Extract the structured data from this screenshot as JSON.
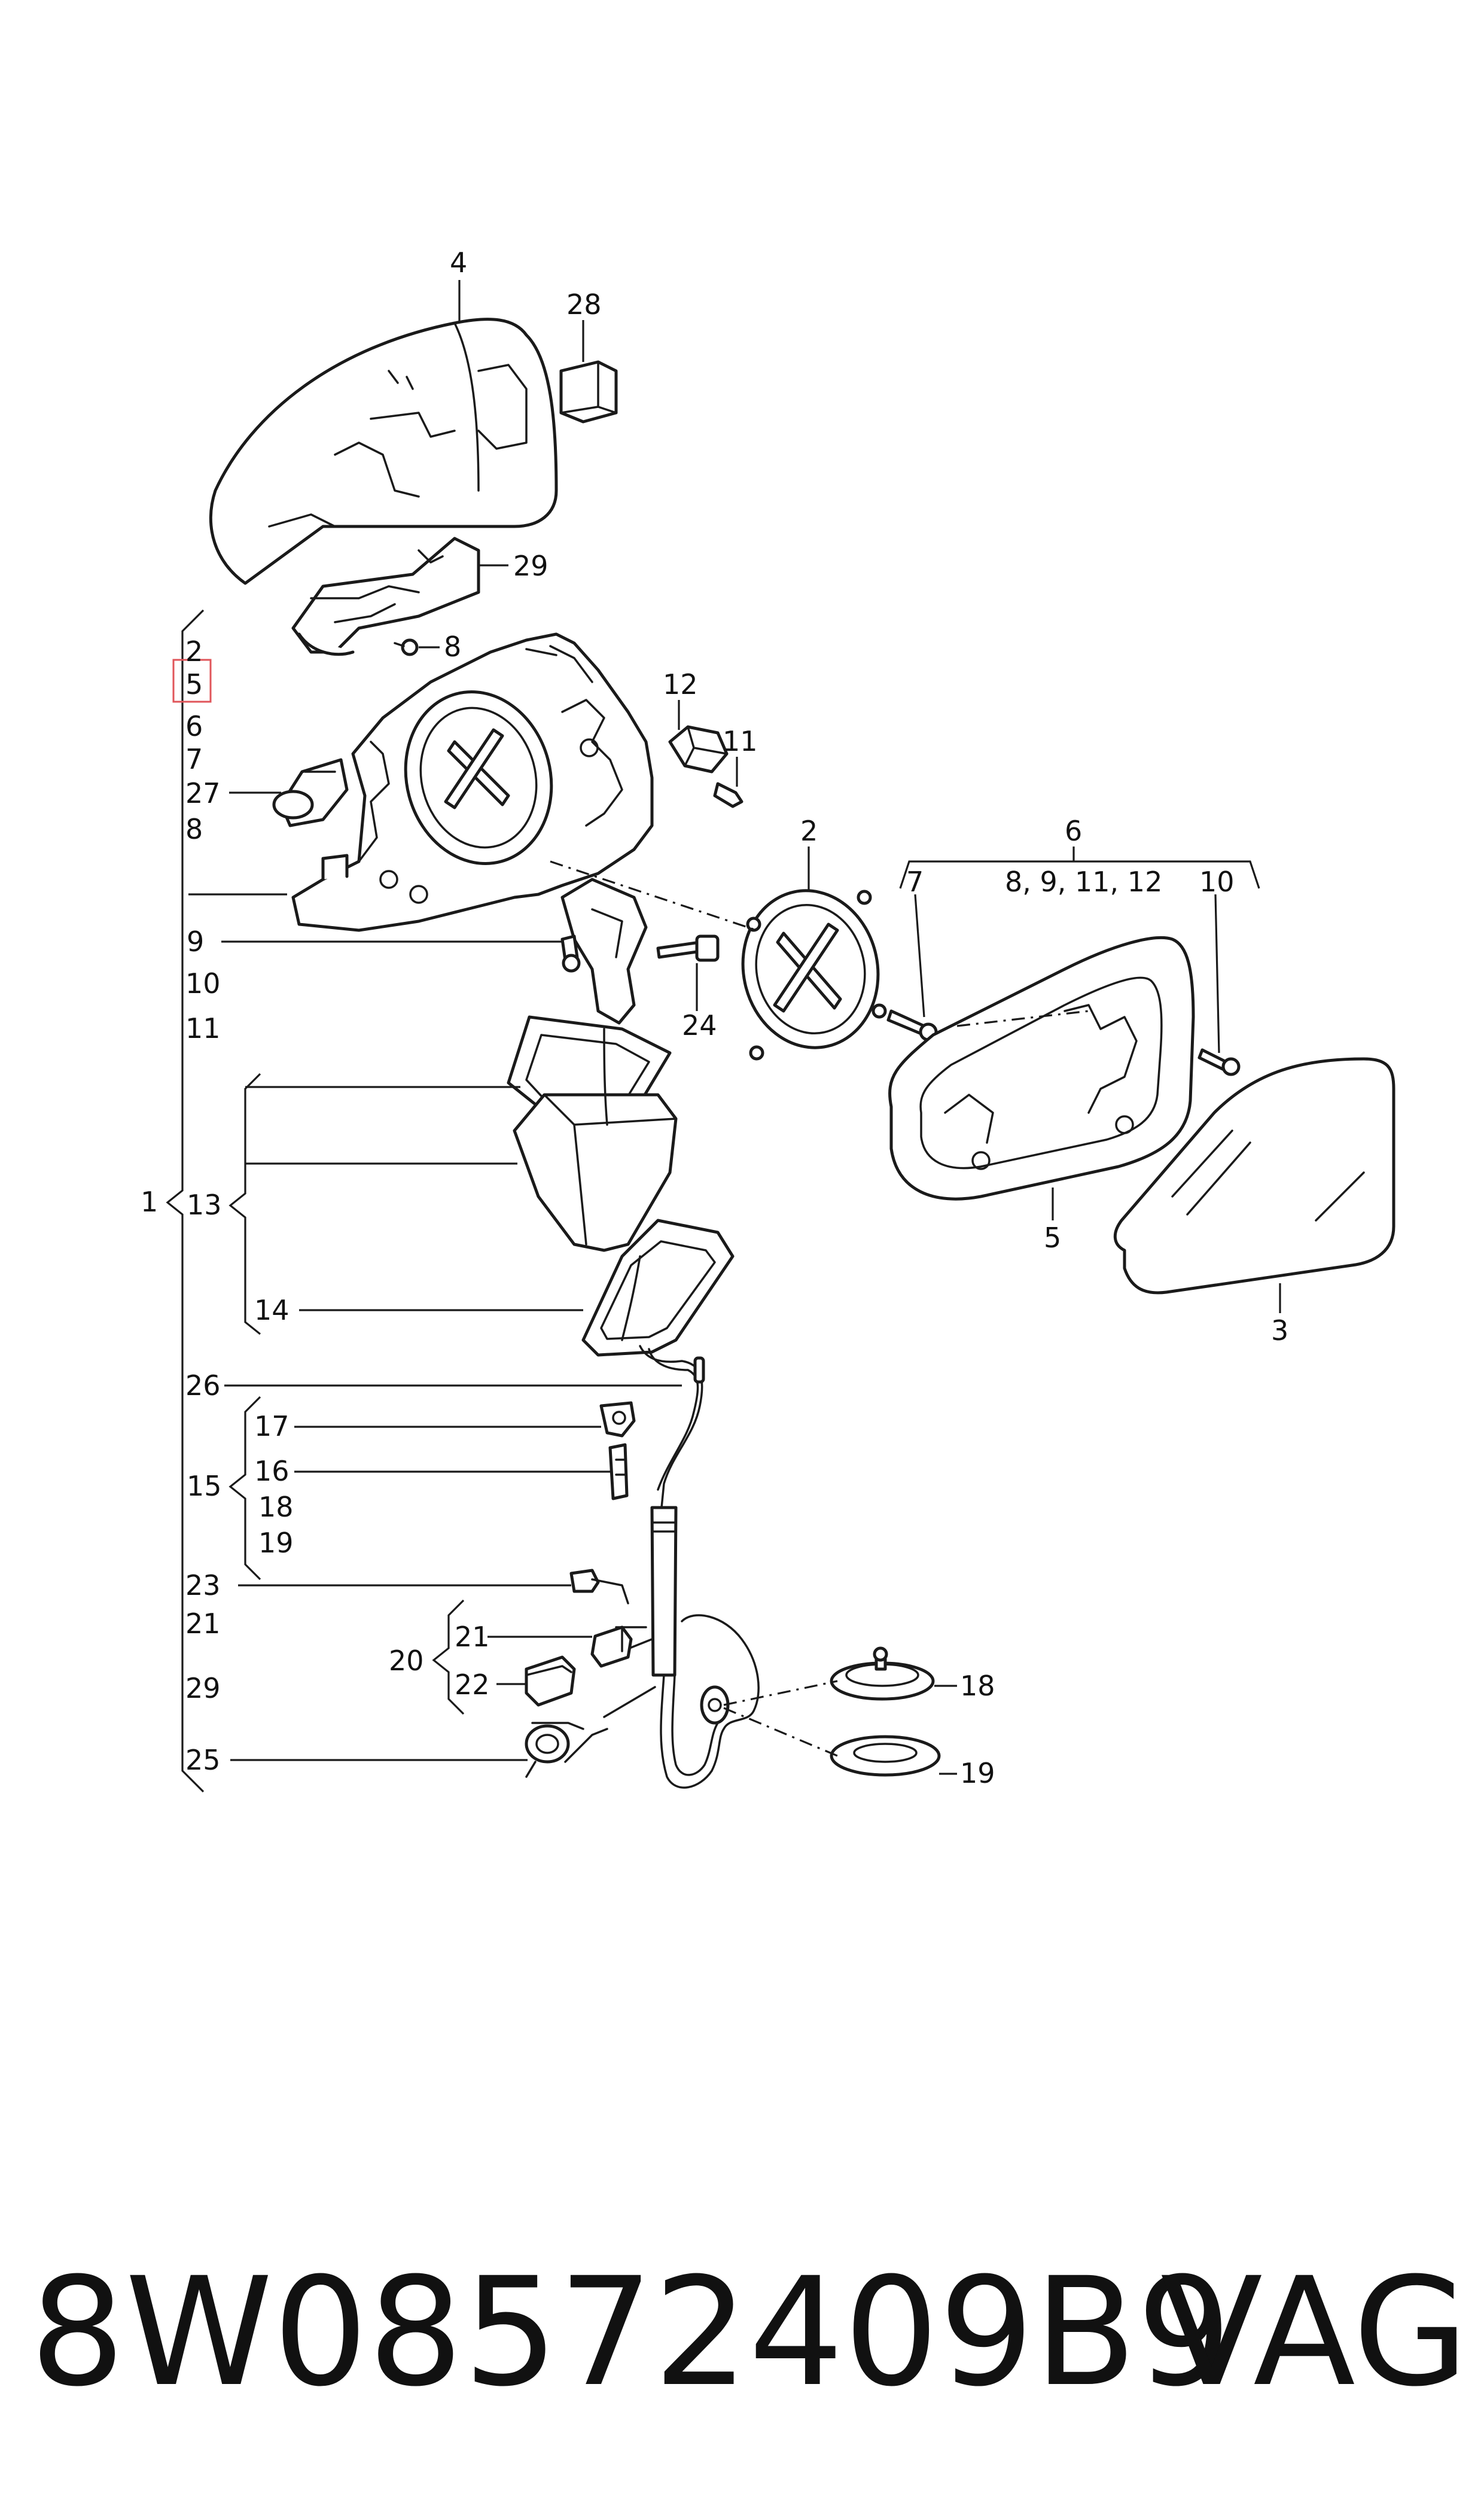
{
  "diagram": {
    "callouts": {
      "c4": "4",
      "c28": "28",
      "c29": "29",
      "c8": "8",
      "c12": "12",
      "c11": "11",
      "c2": "2",
      "c6": "6",
      "c6_sub": "8, 9, 11, 12",
      "c7": "7",
      "c10": "10",
      "c24": "24",
      "c5": "5",
      "c3": "3",
      "c27": "27",
      "c9": "9",
      "c13": "13",
      "c14": "14",
      "c26": "26",
      "c17": "17",
      "c16": "16",
      "c15": "15",
      "c18": "18",
      "c19": "19",
      "c23": "23",
      "c21": "21",
      "c20": "20",
      "c22": "22",
      "c25": "25",
      "c1": "1"
    },
    "assembly_list": {
      "group1": [
        "2",
        "5",
        "6",
        "7"
      ],
      "group1b": [
        "8"
      ],
      "group2": [
        "10",
        "11"
      ],
      "group15_extra": [
        "18",
        "19"
      ],
      "group_lower": [
        "21",
        "29"
      ]
    },
    "highlighted_item": "5"
  },
  "footer": {
    "part_number": "8W08572409B9",
    "brand": "VAG"
  },
  "colors": {
    "ink": "#1a1a1a",
    "highlight": "#e0555a",
    "background": "#ffffff"
  }
}
